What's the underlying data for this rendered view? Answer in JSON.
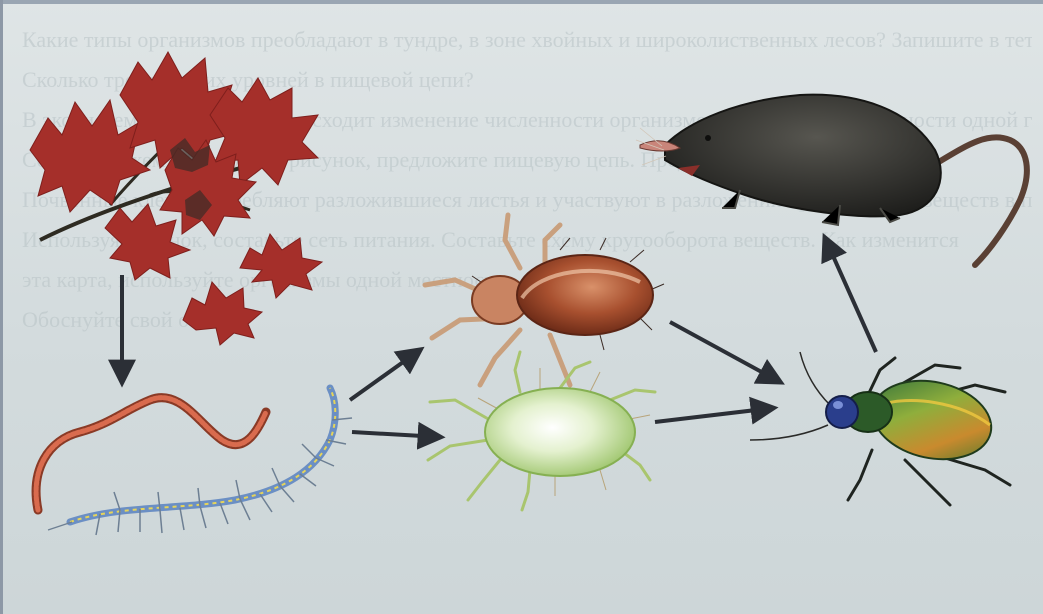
{
  "background_text": [
    "Какие типы организмов преобладают в тундре, в зоне хвойных и широколиственных лесов? Запишите в тетрадь.",
    "Сколько трофических уровней в пищевой цепи?",
    "В экосистемах постоянно происходит изменение численности организмов. Изменение численности одной группы организмов отражается на численности других групп организмов.",
    "Составьте схему. Используя рисунок, предложите пищевую цепь. Продолжите.",
    "Почвенные клещи потребляют разложившиеся листья и участвуют в разложении органических веществ в почве. Составьте схему взаимосвязей организмов.",
    "Используя рисунок, составьте сеть питания. Составьте схему кругооборота веществ. Как изменится",
    "эта карта, используйте организмы одной местности.",
    "Обоснуйте свой ответ."
  ],
  "organisms": [
    "oak-leaves",
    "earthworm",
    "centipede",
    "soil-mite-brown",
    "soil-mite-green",
    "ground-beetle",
    "shrew"
  ],
  "colors": {
    "arrow": "#2b2f36",
    "leaves": "#a8302b",
    "shrew": "#2c2c2a",
    "beetle_body": "#5f8f3a",
    "mite_brown": "#9a4a2c",
    "mite_green": "#c9e3a3"
  }
}
